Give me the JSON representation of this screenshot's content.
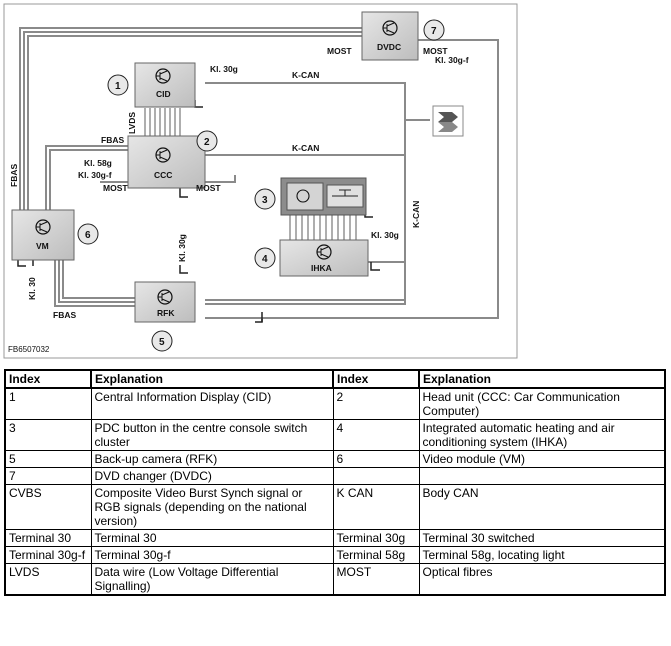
{
  "diagram": {
    "figure_id": "FB6507032",
    "modules": {
      "cid": "CID",
      "ccc": "CCC",
      "vm": "VM",
      "rfk": "RFK",
      "ihka": "IHKA",
      "dvdc": "DVDC"
    },
    "numbers": [
      "1",
      "2",
      "3",
      "4",
      "5",
      "6",
      "7"
    ],
    "labels": {
      "kl30g_cid": "Kl. 30g",
      "kcan_top": "K-CAN",
      "kcan_mid": "K-CAN",
      "kcan_right": "K-CAN",
      "lvds": "LVDS",
      "fbas_top": "FBAS",
      "fbas_bottom": "FBAS",
      "fbas_left": "FBAS",
      "kl58g": "Kl. 58g",
      "kl30gf_ccc": "Kl. 30g-f",
      "most_ccc_left": "MOST",
      "most_ccc_right": "MOST",
      "most_dvdc_left": "MOST",
      "most_dvdc_right": "MOST",
      "kl30gf_dvdc": "Kl. 30g-f",
      "kl30g_ihka": "Kl. 30g",
      "kl30_vm": "Kl. 30",
      "kl30g_rfk": "Kl. 30g"
    }
  },
  "legend": {
    "headers": [
      "Index",
      "Explanation",
      "Index",
      "Explanation"
    ],
    "rows": [
      [
        "1",
        "Central Information Display (CID)",
        "2",
        "Head unit (CCC: Car Communication Computer)"
      ],
      [
        "3",
        "PDC button in the centre console switch cluster",
        "4",
        "Integrated automatic heating and air conditioning system (IHKA)"
      ],
      [
        "5",
        "Back-up camera (RFK)",
        "6",
        "Video module (VM)"
      ],
      [
        "7",
        "DVD changer (DVDC)",
        "",
        ""
      ],
      [
        "CVBS",
        "Composite Video Burst Synch signal or RGB signals (depending on the national version)",
        "K CAN",
        "Body CAN"
      ],
      [
        "Terminal 30",
        "Terminal 30",
        "Terminal 30g",
        "Terminal 30 switched"
      ],
      [
        "Terminal 30g-f",
        "Terminal 30g-f",
        "Terminal 58g",
        "Terminal 58g, locating light"
      ],
      [
        "LVDS",
        "Data wire (Low Voltage Differential Signalling)",
        "MOST",
        "Optical fibres"
      ]
    ]
  }
}
